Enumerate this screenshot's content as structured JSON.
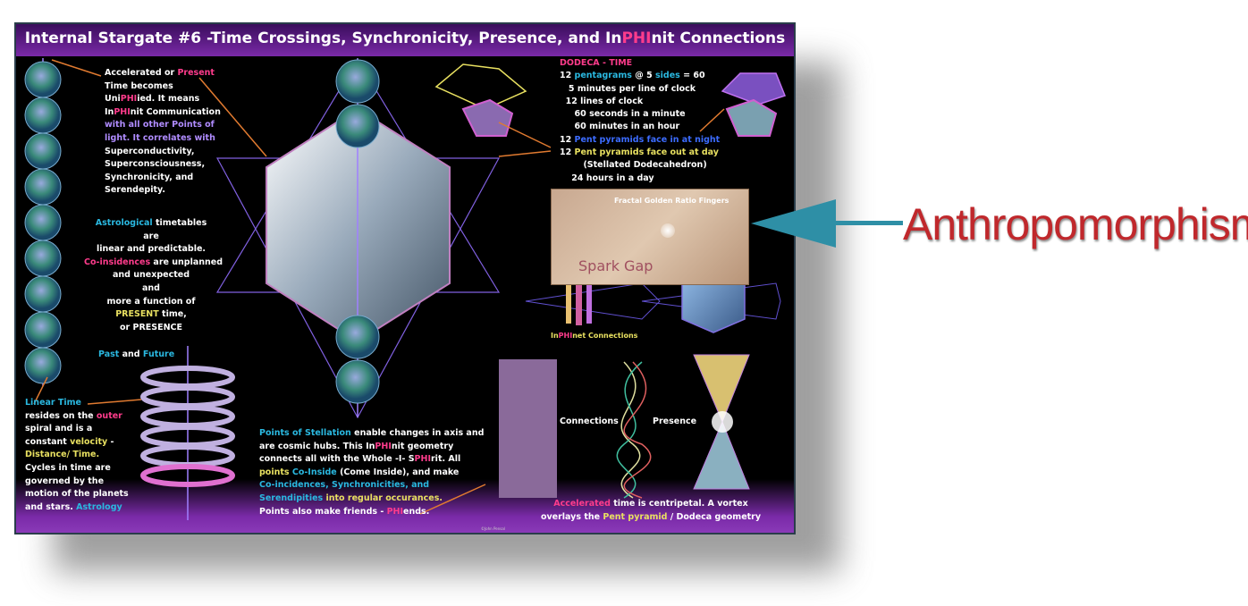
{
  "colors": {
    "w": "#ffffff",
    "p": "#ff3c8c",
    "c": "#2ab8e0",
    "y": "#e8e060",
    "v": "#b08cff",
    "b": "#3c6cff",
    "accent_arrow": "#2e8fa6",
    "label_red": "#c0282c"
  },
  "poster": {
    "title": "Internal Stargate #6 -Time Crossings,  Synchronicity, Presence, and InPHInit Connections",
    "credit": "©John Pensal",
    "blocks": {
      "accelerated": [
        [
          [
            "Accelerated or ",
            "w"
          ],
          [
            "Present",
            "p"
          ]
        ],
        [
          [
            "Time becomes",
            "w"
          ]
        ],
        [
          [
            "Uni",
            "w"
          ],
          [
            "PHI",
            "p"
          ],
          [
            "ied. It means",
            "w"
          ]
        ],
        [
          [
            "In",
            "w"
          ],
          [
            "PHI",
            "p"
          ],
          [
            "nit Communication",
            "w"
          ]
        ],
        [
          [
            "with all other Points of",
            "v"
          ]
        ],
        [
          [
            "light. It correlates with",
            "v"
          ]
        ],
        [
          [
            "Superconductivity,",
            "w"
          ]
        ],
        [
          [
            "Superconsciousness,",
            "w"
          ]
        ],
        [
          [
            "Synchronicity, and",
            "w"
          ]
        ],
        [
          [
            "Serendepity.",
            "w"
          ]
        ]
      ],
      "astrological": [
        [
          [
            "Astrological",
            "c"
          ],
          [
            " timetables",
            "w"
          ]
        ],
        [
          [
            "are",
            "w"
          ]
        ],
        [
          [
            "linear and predictable.",
            "w"
          ]
        ],
        [
          [
            "Co-insidences",
            "p"
          ],
          [
            " are unplanned",
            "w"
          ]
        ],
        [
          [
            "and unexpected",
            "w"
          ]
        ],
        [
          [
            "and",
            "w"
          ]
        ],
        [
          [
            "more a function of",
            "w"
          ]
        ],
        [
          [
            "PRESENT",
            "y"
          ],
          [
            " time,",
            "w"
          ]
        ],
        [
          [
            "or PRESENCE",
            "w"
          ]
        ]
      ],
      "past_future": [
        [
          [
            "Past",
            "c"
          ],
          [
            " and ",
            "w"
          ],
          [
            "Future",
            "c"
          ]
        ]
      ],
      "linear_time": [
        [
          [
            "Linear Time",
            "c"
          ]
        ],
        [
          [
            "resides on the ",
            "w"
          ],
          [
            "outer",
            "p"
          ]
        ],
        [
          [
            "spiral and is a",
            "w"
          ]
        ],
        [
          [
            "constant ",
            "w"
          ],
          [
            "velocity",
            "y"
          ],
          [
            " -",
            "w"
          ]
        ],
        [
          [
            "Distance/ Time.",
            "y"
          ]
        ],
        [
          [
            "Cycles in time are",
            "w"
          ]
        ],
        [
          [
            "governed by the",
            "w"
          ]
        ],
        [
          [
            "motion of the planets",
            "w"
          ]
        ],
        [
          [
            "and stars. ",
            "w"
          ],
          [
            "Astrology",
            "c"
          ]
        ]
      ],
      "dodeca": [
        [
          [
            "DODECA - TIME",
            "p"
          ]
        ],
        [
          [
            "12 ",
            "w"
          ],
          [
            "pentagrams",
            "c"
          ],
          [
            " @ 5 ",
            "w"
          ],
          [
            "sides",
            "c"
          ],
          [
            " = 60",
            "w"
          ]
        ],
        [
          [
            "   5 minutes per line of clock",
            "w"
          ]
        ],
        [
          [
            "  12 lines of clock",
            "w"
          ]
        ],
        [
          [
            "     60 seconds in a minute",
            "w"
          ]
        ],
        [
          [
            "     60 minutes in an hour",
            "w"
          ]
        ],
        [
          [
            "12 ",
            "w"
          ],
          [
            "Pent pyramids face in at night",
            "b"
          ]
        ],
        [
          [
            "12 ",
            "w"
          ],
          [
            "Pent pyramids face out at day",
            "y"
          ]
        ],
        [
          [
            "        (Stellated Dodecahedron)",
            "w"
          ]
        ],
        [
          [
            "    24 hours in a day",
            "w"
          ]
        ]
      ],
      "stellation": [
        [
          [
            "Points of Stellation",
            "c"
          ],
          [
            " enable changes in axis and",
            "w"
          ]
        ],
        [
          [
            "are cosmic hubs. This  In",
            "w"
          ],
          [
            "PHI",
            "p"
          ],
          [
            "nit geometry",
            "w"
          ]
        ],
        [
          [
            "connects all with the Whole -I- S",
            "w"
          ],
          [
            "PHI",
            "p"
          ],
          [
            "rit.  All",
            "w"
          ]
        ],
        [
          [
            "points ",
            "y"
          ],
          [
            "Co-Inside",
            "c"
          ],
          [
            " (Come Inside), and make",
            "w"
          ]
        ],
        [
          [
            "Co-incidences, Synchronicities, and",
            "c"
          ]
        ],
        [
          [
            "Serendipities",
            "c"
          ],
          [
            " into regular occurances.",
            "y"
          ]
        ],
        [
          [
            "Points also make friends - ",
            "w"
          ],
          [
            "PHI",
            "p"
          ],
          [
            "ends.",
            "w"
          ]
        ]
      ],
      "infinet": [
        [
          [
            "In",
            "y"
          ],
          [
            "PHI",
            "p"
          ],
          [
            "net Connections",
            "y"
          ]
        ]
      ],
      "connections": [
        [
          [
            "Connections",
            "w"
          ]
        ]
      ],
      "presence": [
        [
          [
            "Presence",
            "w"
          ]
        ]
      ],
      "vortex": [
        [
          [
            "Accelerated",
            "p"
          ],
          [
            " time is centripetal. A vortex",
            "w"
          ]
        ],
        [
          [
            "overlays the ",
            "w"
          ],
          [
            "Pent pyramid",
            "y"
          ],
          [
            " / Dodeca geometry",
            "w"
          ]
        ]
      ]
    },
    "spark": {
      "caption": "Fractal Golden Ratio Fingers",
      "label": "Spark Gap"
    }
  },
  "annotation": {
    "label": "Anthropomorphism"
  }
}
